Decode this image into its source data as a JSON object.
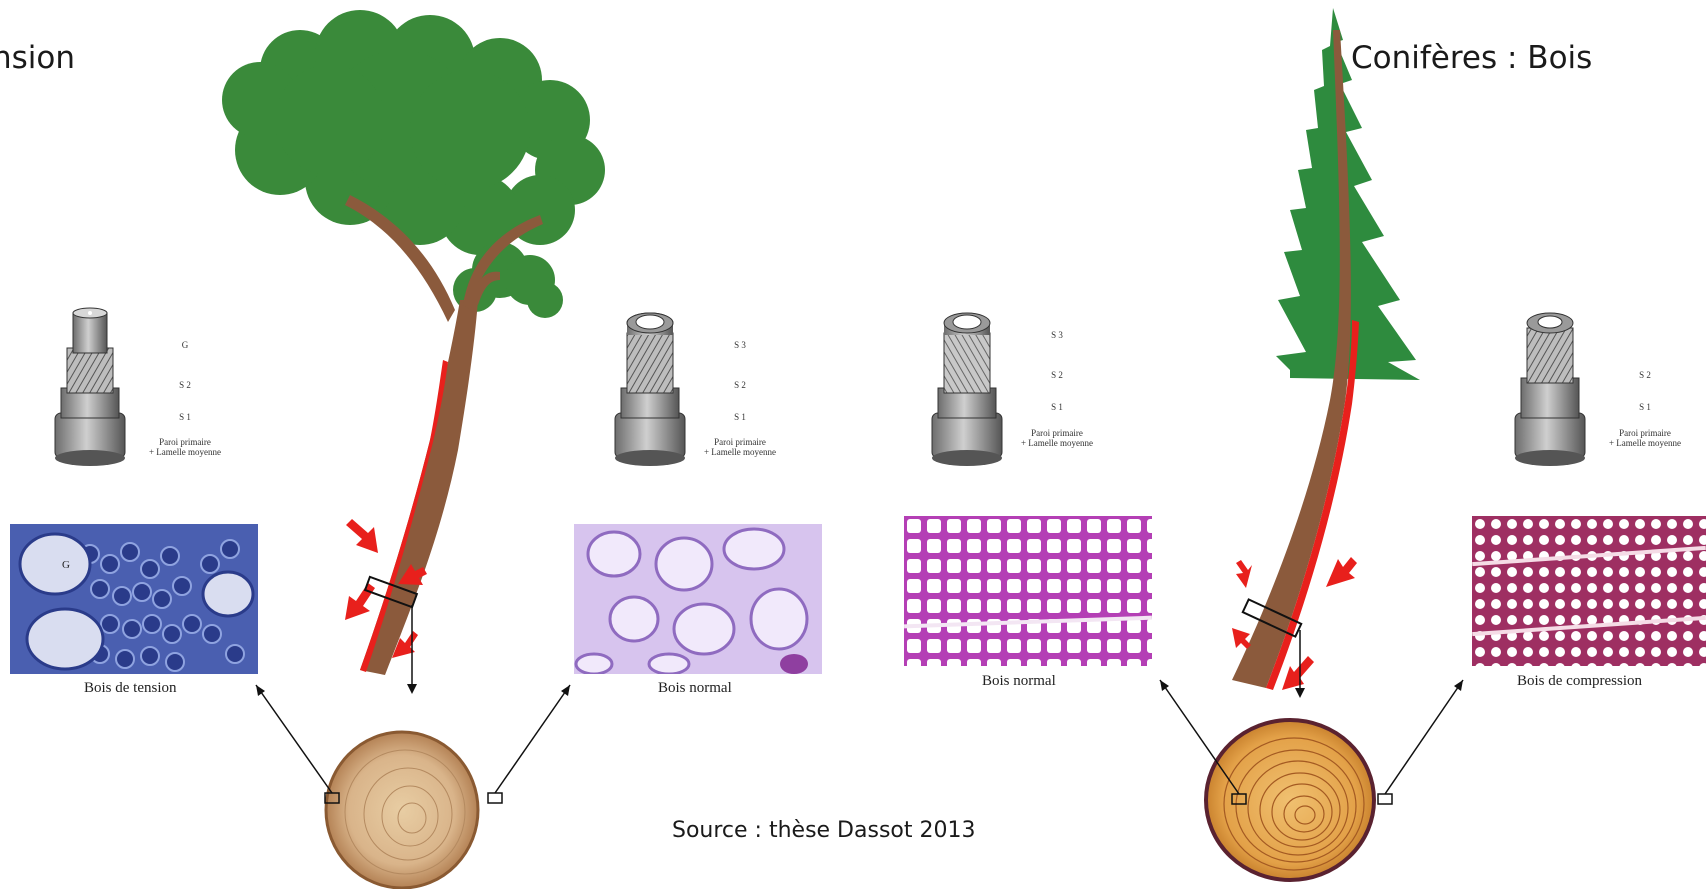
{
  "titles": {
    "left": "nsion",
    "right": "Conifères  : Bois"
  },
  "source": "Source  : thèse Dassot 2013",
  "panels": {
    "tension_wall": {
      "layers": [
        "G",
        "S 2",
        "S 1"
      ],
      "parois_line1": "Paroi primaire",
      "parois_line2": "+ Lamelle moyenne"
    },
    "normal_wall_broadleaf": {
      "layers": [
        "S 3",
        "S 2",
        "S 1"
      ],
      "parois_line1": "Paroi primaire",
      "parois_line2": "+ Lamelle moyenne"
    },
    "normal_wall_conifer": {
      "layers": [
        "S 3",
        "S 2",
        "S 1"
      ],
      "parois_line1": "Paroi primaire",
      "parois_line2": "+ Lamelle moyenne"
    },
    "compression_wall": {
      "layers": [
        "S 2",
        "S 1"
      ],
      "parois_line1": "Paroi primaire",
      "parois_line2": "+ Lamelle moyenne"
    }
  },
  "captions": {
    "tension": "Bois de tension",
    "normal_left": "Bois normal",
    "normal_right": "Bois normal",
    "compression": "Bois de compression"
  },
  "micro_labels": {
    "gelatinous": "G"
  },
  "colors": {
    "broadleaf_foliage": "#3a8a3a",
    "conifer_foliage": "#2e8b3e",
    "trunk": "#8b5a3c",
    "reaction_wood": "#e8201c",
    "tension_stain": "#4a5fb0",
    "normal_broadleaf_stain": "#b89ad8",
    "conifer_normal_stain": "#b43fb5",
    "compression_stain": "#9e2f62",
    "disc_broadleaf": "#d9b48a",
    "disc_conifer": "#e3a148"
  }
}
